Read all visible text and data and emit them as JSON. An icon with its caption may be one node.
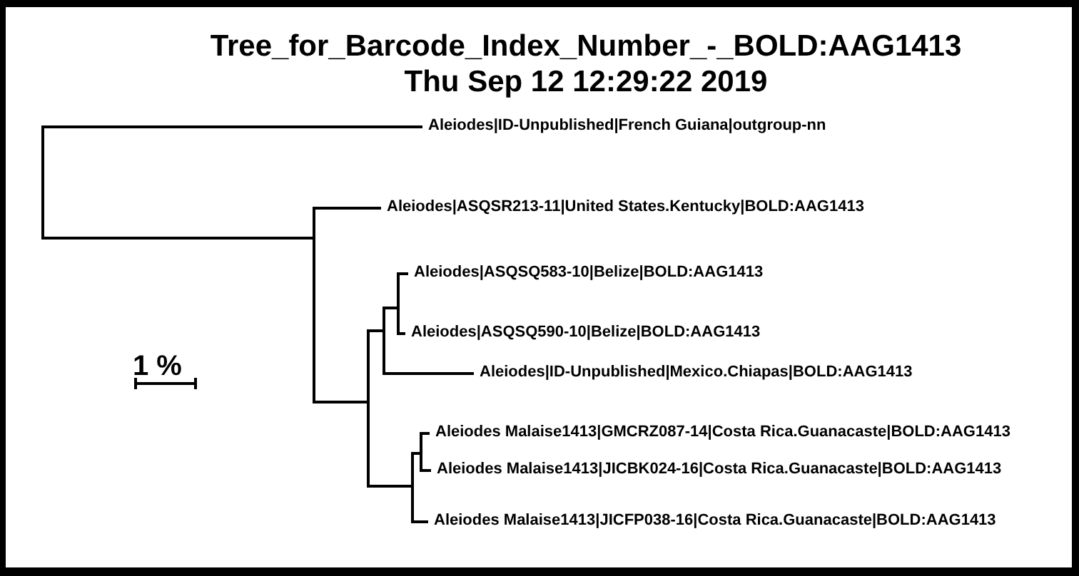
{
  "diagram": {
    "title": "Tree_for_Barcode_Index_Number_-_BOLD:AAG1413 Thu Sep 12 12:29:22 2019",
    "nodes": [
      {
        "text": [],
        "shape": "bar"
      },
      {
        "text": [
          "Aleiodes|ID-Unpublished|French Guiana|outgroup-nn"
        ]
      },
      {
        "text": [],
        "shape": "bar"
      },
      {
        "text": [
          "Aleiodes|ASQSR213-11|United States.Kentucky|BOLD:AAG1413"
        ]
      },
      {
        "text": [],
        "shape": "bar"
      },
      {
        "text": [],
        "shape": "bar"
      },
      {
        "text": [],
        "shape": "bar"
      },
      {
        "text": [
          "Aleiodes|ASQSQ583-10|Belize|BOLD:AAG1413"
        ]
      },
      {
        "text": [
          "Aleiodes|ASQSQ590-10|Belize|BOLD:AAG1413"
        ]
      },
      {
        "text": [
          "Aleiodes|ID-Unpublished|Mexico.Chiapas|BOLD:AAG1413"
        ]
      },
      {
        "text": [],
        "shape": "bar"
      },
      {
        "text": [],
        "shape": "bar"
      },
      {
        "text": [
          "Aleiodes Malaise1413|GMCRZ087-14|Costa Rica.Guanacaste|BOLD:AAG1413"
        ]
      },
      {
        "text": [
          "Aleiodes Malaise1413|JICBK024-16|Costa Rica.Guanacaste|BOLD:AAG1413"
        ]
      },
      {
        "text": [
          "Aleiodes Malaise1413|JICFP038-16|Costa Rica.Guanacaste|BOLD:AAG1413"
        ]
      }
    ],
    "edges": [
      {
        "from": 0,
        "to": 1,
        "arrow": "none"
      },
      {
        "from": 0,
        "to": 2,
        "arrow": "none"
      },
      {
        "from": 2,
        "to": 3,
        "arrow": "none"
      },
      {
        "from": 2,
        "to": 4,
        "arrow": "none"
      },
      {
        "from": 4,
        "to": 5,
        "arrow": "none"
      },
      {
        "from": 5,
        "to": 6,
        "arrow": "none"
      },
      {
        "from": 6,
        "to": 7,
        "arrow": "none"
      },
      {
        "from": 6,
        "to": 8,
        "arrow": "none"
      },
      {
        "from": 5,
        "to": 9,
        "arrow": "none"
      },
      {
        "from": 4,
        "to": 10,
        "arrow": "none"
      },
      {
        "from": 10,
        "to": 11,
        "arrow": "none"
      },
      {
        "from": 11,
        "to": 12,
        "arrow": "none"
      },
      {
        "from": 11,
        "to": 13,
        "arrow": "none"
      },
      {
        "from": 10,
        "to": 14,
        "arrow": "none"
      }
    ],
    "labels": [
      "1 %"
    ]
  }
}
